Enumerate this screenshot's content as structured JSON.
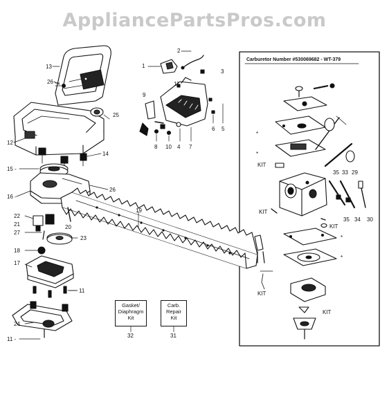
{
  "watermark": "AppliancePartsPros.com",
  "carburetor_panel": {
    "title": "Carburetor Number #530069682 - WT-379"
  },
  "kits": [
    {
      "line1": "Gasket/",
      "line2": "Diaphragm",
      "line3": "Kit",
      "number": "32"
    },
    {
      "line1": "Carb.",
      "line2": "Repair",
      "line3": "Kit",
      "number": "31"
    }
  ],
  "part_labels": {
    "p1": "1",
    "p2": "2",
    "p3": "3",
    "p4": "4",
    "p5": "5",
    "p6": "6",
    "p7": "7",
    "p8": "8",
    "p9": "9",
    "p10": "10",
    "p11a": "11",
    "p11b": "11",
    "p11c": "11 -",
    "p12": "12",
    "p13": "13",
    "p14": "14",
    "p15": "15 -",
    "p16": "16 -",
    "p17": "17",
    "p18": "18",
    "p19": "19",
    "p20": "20",
    "p21": "21",
    "p22": "22",
    "p23": "23",
    "p24": "24",
    "p25": "25",
    "p26a": "26",
    "p26b": "26",
    "p27": "27",
    "c29": "29",
    "c30": "30",
    "c33": "33",
    "c34": "34",
    "c35a": "35",
    "c35b": "35",
    "kit1": "KIT",
    "kit2": "KIT",
    "kit3": "KIT",
    "kit4": "KIT",
    "kit5": "KIT",
    "star1": "*",
    "star2": "*",
    "star3": "*",
    "star4": "*"
  }
}
